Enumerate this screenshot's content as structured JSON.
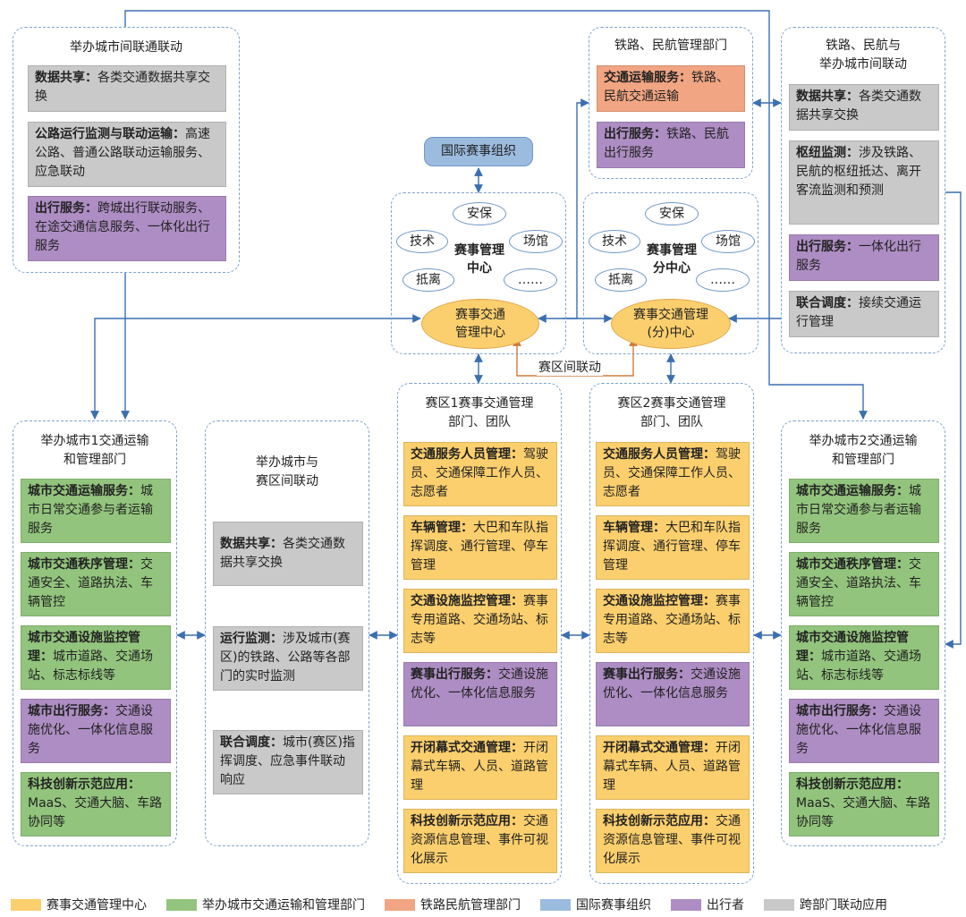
{
  "top_left_panel": {
    "title": "举办城市间联通联动",
    "boxes": [
      {
        "head": "数据共享：",
        "body": "各类交通数据共享交换"
      },
      {
        "head": "公路运行监测与联动运输：",
        "body": "高速公路、普通公路联动运输服务、应急联动"
      },
      {
        "head": "出行服务：",
        "body": "跨城出行联动服务、在途交通信息服务、一体化出行服务"
      }
    ]
  },
  "rail_panel": {
    "title": "铁路、民航管理部门",
    "boxes": [
      {
        "head": "交通运输服务：",
        "body": "铁路、民航交通运输"
      },
      {
        "head": "出行服务：",
        "body": "铁路、民航出行服务"
      }
    ]
  },
  "rail_city_panel": {
    "title": "铁路、民航与\n举办城市间联动",
    "boxes": [
      {
        "head": "数据共享：",
        "body": "各类交通数据共享交换"
      },
      {
        "head": "枢纽监测：",
        "body": "涉及铁路、民航的枢纽抵达、离开客流监测和预测"
      },
      {
        "head": "出行服务：",
        "body": "一体化出行服务"
      },
      {
        "head": "联合调度：",
        "body": "接续交通运行管理"
      }
    ]
  },
  "intl_org": "国际赛事组织",
  "event_center_1": {
    "title": "赛事管理\n中心",
    "security": "安保",
    "tech": "技术",
    "venue": "场馆",
    "arrival": "抵离",
    "more": "……",
    "traffic_center": "赛事交通\n管理中心"
  },
  "event_center_2": {
    "title": "赛事管理\n分中心",
    "security": "安保",
    "tech": "技术",
    "venue": "场馆",
    "arrival": "抵离",
    "more": "……",
    "traffic_center": "赛事交通管理\n(分)中心"
  },
  "inter_zone_label": "赛区间联动",
  "city1_panel": {
    "title": "举办城市1交通运输\n和管理部门",
    "boxes": [
      {
        "head": "城市交通运输服务：",
        "body": "城市日常交通参与者运输服务"
      },
      {
        "head": "城市交通秩序管理：",
        "body": "交通安全、道路执法、车辆管控"
      },
      {
        "head": "城市交通设施监控管理：",
        "body": "城市道路、交通场站、标志标线等"
      },
      {
        "head": "城市出行服务：",
        "body": "交通设施优化、一体化信息服务"
      },
      {
        "head": "科技创新示范应用：",
        "body": "MaaS、交通大脑、车路协同等"
      }
    ]
  },
  "city_zone_panel": {
    "title": "举办城市与\n赛区间联动",
    "boxes": [
      {
        "head": "数据共享：",
        "body": "各类交通数据共享交换"
      },
      {
        "head": "运行监测：",
        "body": "涉及城市(赛区)的铁路、公路等各部门的实时监测"
      },
      {
        "head": "联合调度：",
        "body": "城市(赛区)指挥调度、应急事件联动响应"
      }
    ]
  },
  "zone1_panel": {
    "title": "赛区1赛事交通管理\n部门、团队",
    "boxes": [
      {
        "head": "交通服务人员管理：",
        "body": "驾驶员、交通保障工作人员、志愿者"
      },
      {
        "head": "车辆管理：",
        "body": "大巴和车队指挥调度、通行管理、停车管理"
      },
      {
        "head": "交通设施监控管理：",
        "body": "赛事专用道路、交通场站、标志等"
      },
      {
        "head": "赛事出行服务：",
        "body": "交通设施优化、一体化信息服务"
      },
      {
        "head": "开闭幕式交通管理：",
        "body": "开闭幕式车辆、人员、道路管理"
      },
      {
        "head": "科技创新示范应用：",
        "body": "交通资源信息管理、事件可视化展示"
      }
    ]
  },
  "zone2_panel": {
    "title": "赛区2赛事交通管理\n部门、团队",
    "boxes": [
      {
        "head": "交通服务人员管理：",
        "body": "驾驶员、交通保障工作人员、志愿者"
      },
      {
        "head": "车辆管理：",
        "body": "大巴和车队指挥调度、通行管理、停车管理"
      },
      {
        "head": "交通设施监控管理：",
        "body": "赛事专用道路、交通场站、标志等"
      },
      {
        "head": "赛事出行服务：",
        "body": "交通设施优化、一体化信息服务"
      },
      {
        "head": "开闭幕式交通管理：",
        "body": "开闭幕式车辆、人员、道路管理"
      },
      {
        "head": "科技创新示范应用：",
        "body": "交通资源信息管理、事件可视化展示"
      }
    ]
  },
  "city2_panel": {
    "title": "举办城市2交通运输\n和管理部门",
    "boxes": [
      {
        "head": "城市交通运输服务：",
        "body": "城市日常交通参与者运输服务"
      },
      {
        "head": "城市交通秩序管理：",
        "body": "交通安全、道路执法、车辆管控"
      },
      {
        "head": "城市交通设施监控管理：",
        "body": "城市道路、交通场站、标志标线等"
      },
      {
        "head": "城市出行服务：",
        "body": "交通设施优化、一体化信息服务"
      },
      {
        "head": "科技创新示范应用：",
        "body": "MaaS、交通大脑、车路协同等"
      }
    ]
  },
  "legend": [
    {
      "label": "赛事交通管理中心",
      "color": "#fbcf6d"
    },
    {
      "label": "举办城市交通运输和管理部门",
      "color": "#93c47d"
    },
    {
      "label": "铁路民航管理部门",
      "color": "#f1a582"
    },
    {
      "label": "国际赛事组织",
      "color": "#9bbbdf"
    },
    {
      "label": "出行者",
      "color": "#ad8dc3"
    },
    {
      "label": "跨部门联动应用",
      "color": "#c9c9c9"
    }
  ]
}
